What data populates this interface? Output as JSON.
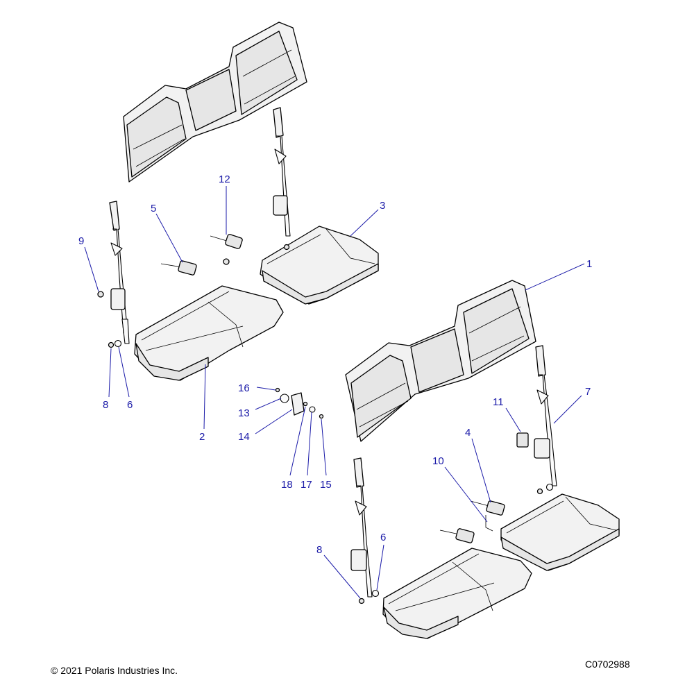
{
  "callouts": [
    {
      "id": "c1",
      "label": "1"
    },
    {
      "id": "c2",
      "label": "2"
    },
    {
      "id": "c3",
      "label": "3"
    },
    {
      "id": "c4",
      "label": "4"
    },
    {
      "id": "c5",
      "label": "5"
    },
    {
      "id": "c6a",
      "label": "6"
    },
    {
      "id": "c6b",
      "label": "6"
    },
    {
      "id": "c7",
      "label": "7"
    },
    {
      "id": "c8a",
      "label": "8"
    },
    {
      "id": "c8b",
      "label": "8"
    },
    {
      "id": "c9",
      "label": "9"
    },
    {
      "id": "c10",
      "label": "10"
    },
    {
      "id": "c11",
      "label": "11"
    },
    {
      "id": "c12",
      "label": "12"
    },
    {
      "id": "c13",
      "label": "13"
    },
    {
      "id": "c14",
      "label": "14"
    },
    {
      "id": "c15",
      "label": "15"
    },
    {
      "id": "c16",
      "label": "16"
    },
    {
      "id": "c17",
      "label": "17"
    },
    {
      "id": "c18",
      "label": "18"
    }
  ],
  "footer": {
    "copyright": "© 2021 Polaris Industries Inc.",
    "drawing_number": "C0702988"
  }
}
